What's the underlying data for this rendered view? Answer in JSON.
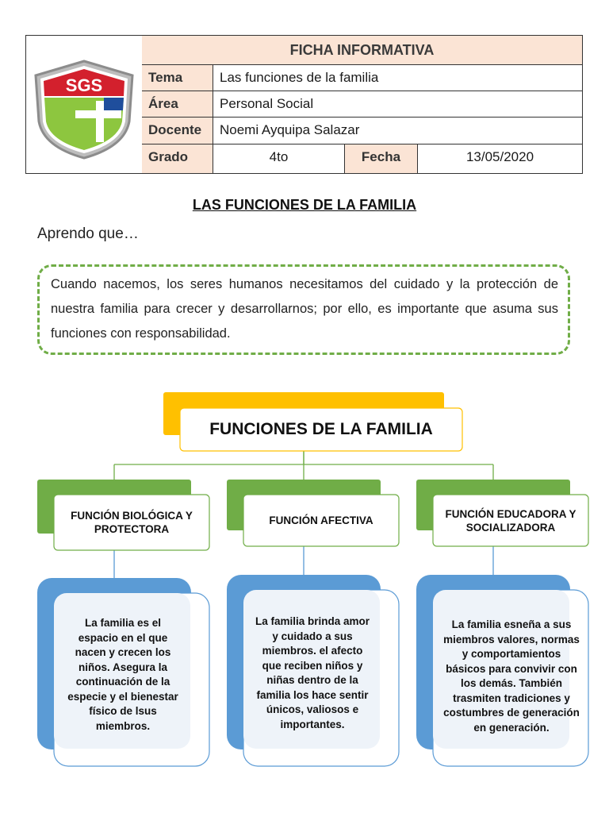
{
  "header": {
    "title": "FICHA INFORMATIVA",
    "logo_text": "SGS",
    "tema_label": "Tema",
    "tema_value": "Las funciones de la familia",
    "area_label": "Área",
    "area_value": "Personal Social",
    "docente_label": "Docente",
    "docente_value": "Noemi Ayquipa Salazar",
    "grado_label": "Grado",
    "grado_value": "4to",
    "fecha_label": "Fecha",
    "fecha_value": "13/05/2020"
  },
  "main_title": "LAS FUNCIONES DE LA FAMILIA",
  "intro_heading": "Aprendo que…",
  "intro_text": "Cuando nacemos, los seres humanos necesitamos del cuidado y la protección de nuestra familia para crecer y desarrollarnos; por ello, es importante que asuma sus funciones con responsabilidad.",
  "diagram": {
    "root": "FUNCIONES DE LA FAMILIA",
    "branches": [
      {
        "title": "FUNCIÓN BIOLÓGICA Y PROTECTORA",
        "text": "La familia es el espacio en el que nacen y crecen los niños. Asegura la continuación de la especie y el bienestar físico de lsus miembros."
      },
      {
        "title": "FUNCIÓN AFECTIVA",
        "text": "La familia brinda amor y cuidado a sus miembros. el afecto que reciben niños y niñas dentro de la familia los hace sentir únicos, valiosos e importantes."
      },
      {
        "title": "FUNCIÓN EDUCADORA Y SOCIALIZADORA",
        "text": "La familia esneña a sus miembros valores, normas y comportamientos básicos para convivir con los demás. También trasmiten tradiciones y costumbres de generación en generación."
      }
    ]
  },
  "colors": {
    "header_fill": "#fbe4d5",
    "dash_border": "#70ad47",
    "root_accent": "#ffc000",
    "branch_accent": "#70ad47",
    "desc_accent": "#5b9bd5"
  }
}
